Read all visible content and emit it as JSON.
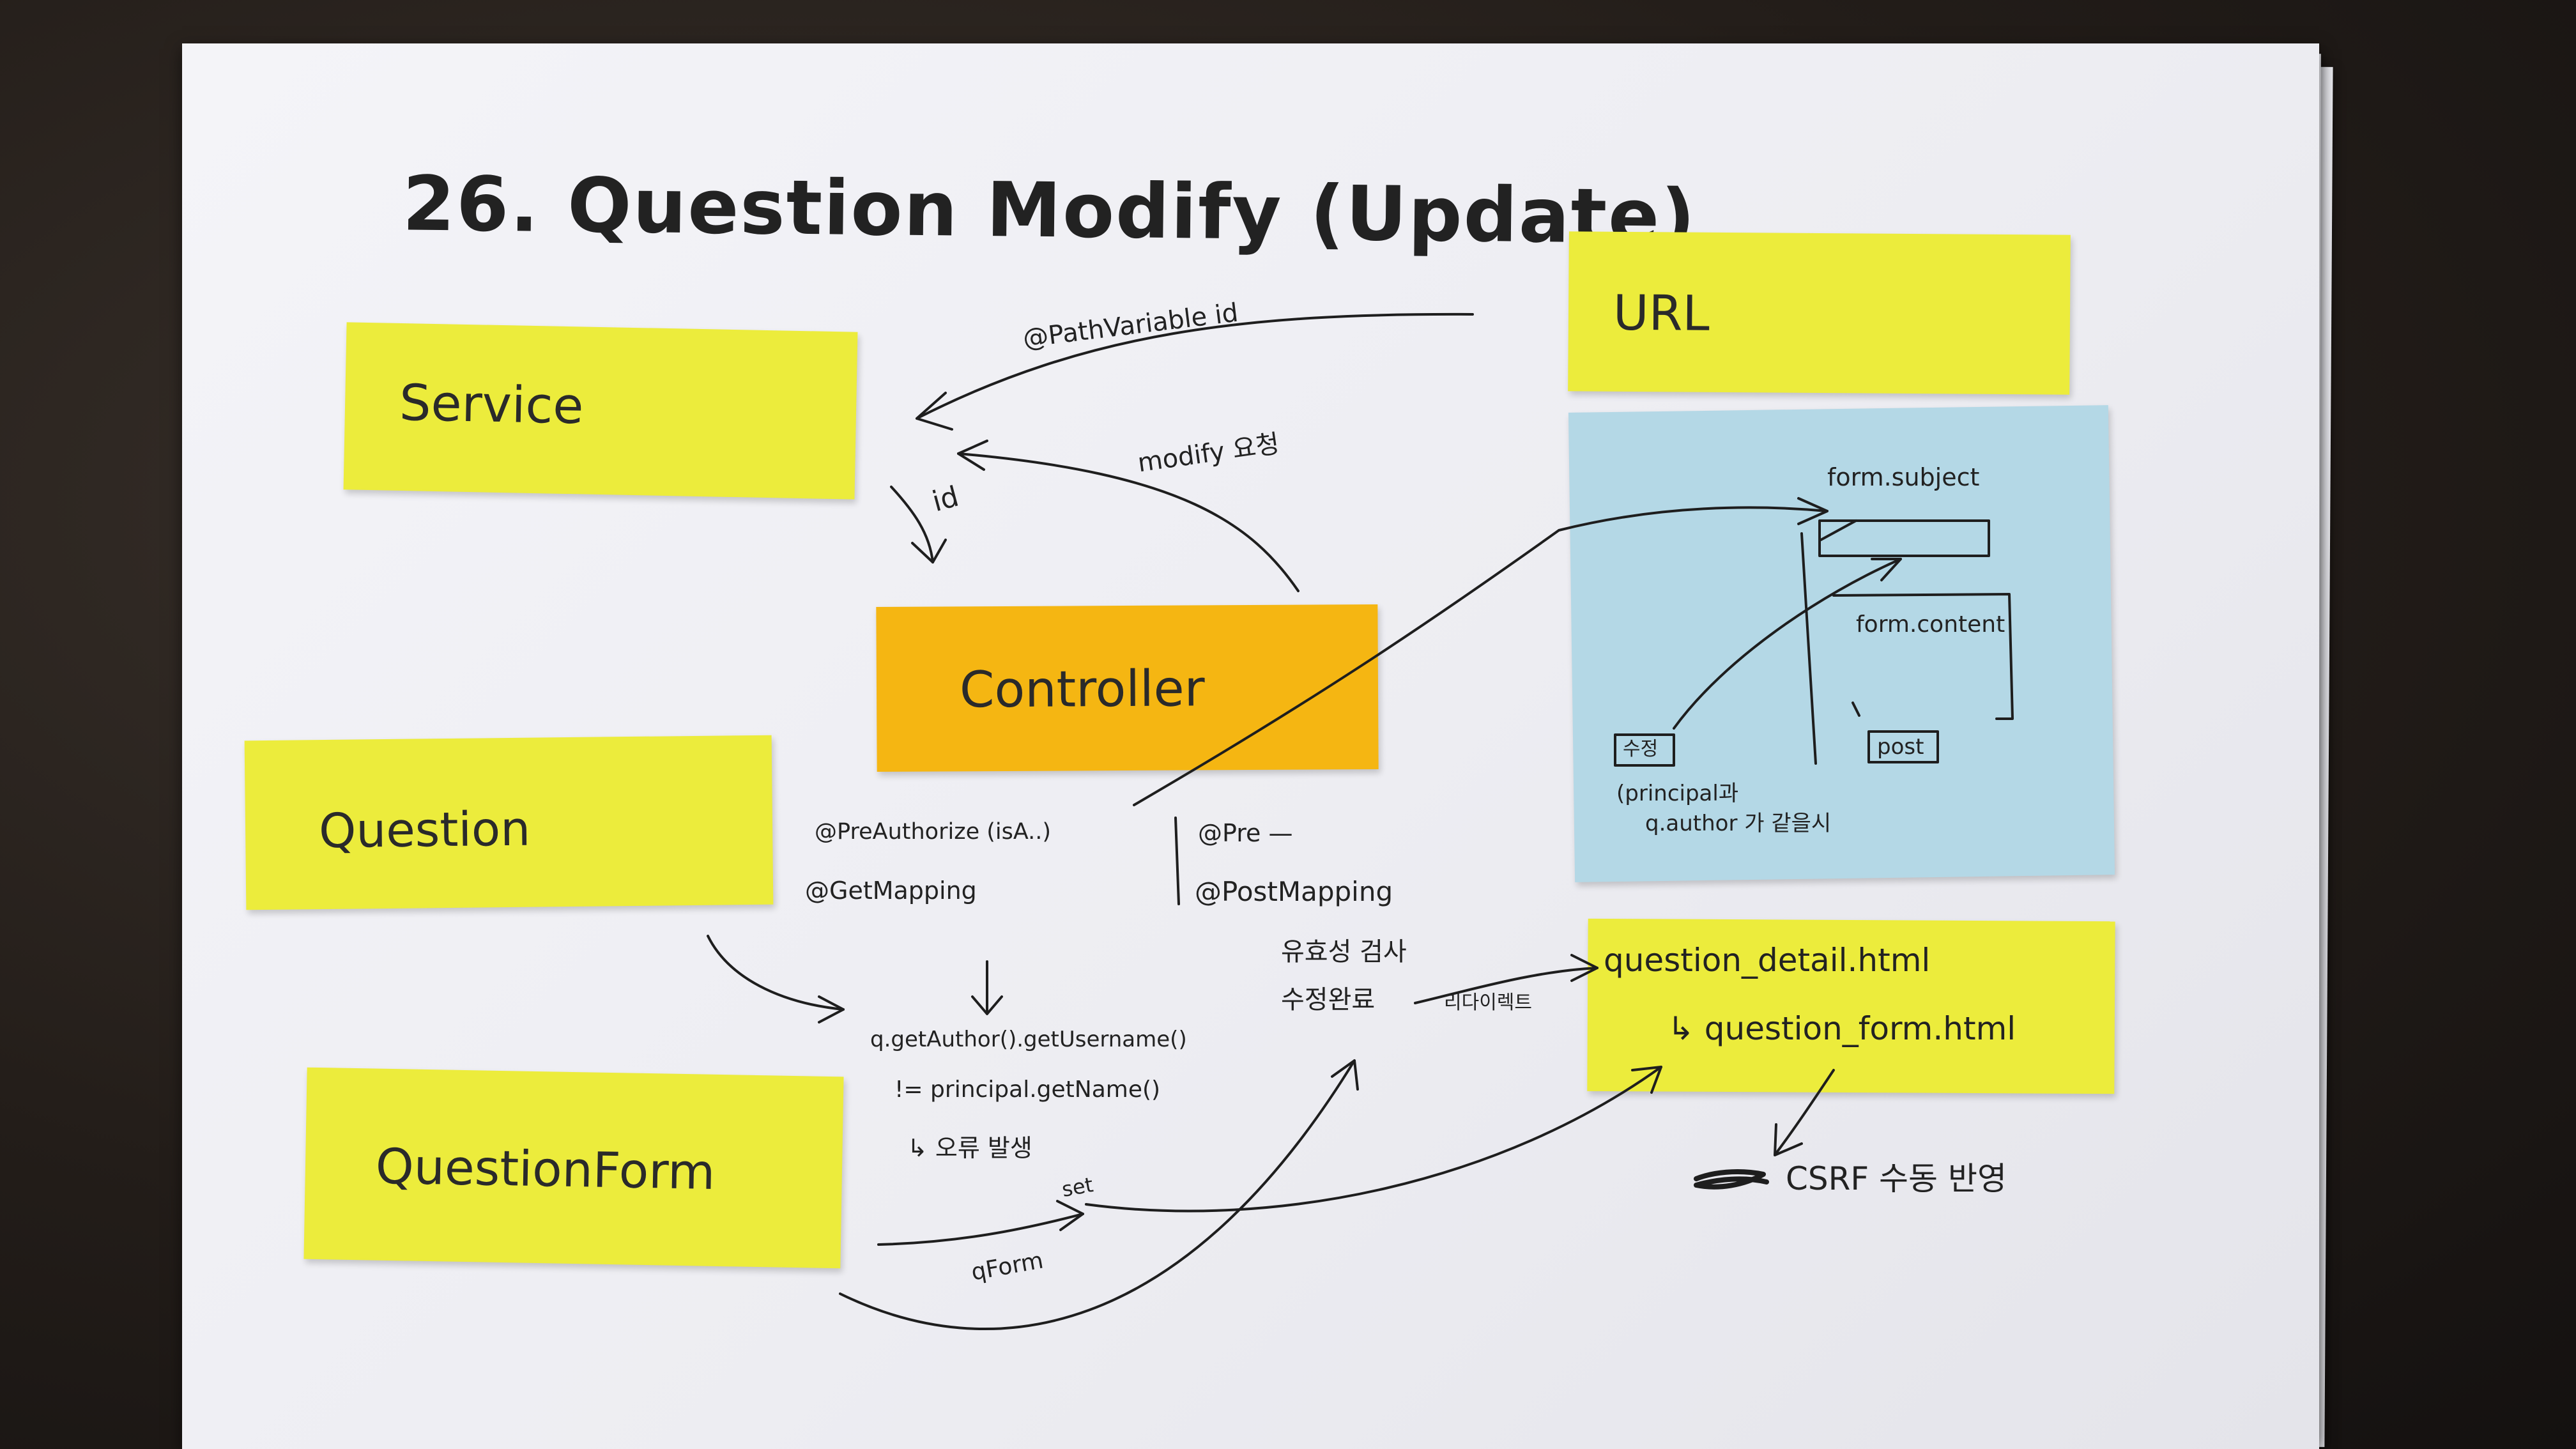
{
  "title": "26. Question Modify (Update)",
  "colors": {
    "sticky_yellow": "#ecec3c",
    "sticky_orange": "#f5b612",
    "sticky_blue": "#b4d8e6",
    "ink": "#1e1e1e",
    "paper": "#f1f1f5"
  },
  "notes": {
    "service": "Service",
    "controller": "Controller",
    "question": "Question",
    "question_form": "QuestionForm",
    "url": "URL"
  },
  "annotations": {
    "path_variable": "@PathVariable id",
    "id_arrow": "id",
    "modify": "modify 요청",
    "pre_authorize": "@PreAuthorize (isA..)",
    "get_mapping": "@GetMapping",
    "pre": "@Pre —",
    "post_mapping": "@PostMapping",
    "author_check_1": "q.getAuthor().getUsername()",
    "author_check_2": "!= principal.getName()",
    "author_check_3": "↳ 오류 발생",
    "set": "set",
    "q_form": "qForm",
    "validation_1": "유효성 검사",
    "validation_2": "수정완료",
    "redirect": "리다이렉트",
    "question_detail": "question_detail.html",
    "question_form_html": "↳ question_form.html",
    "csrf": "CSRF 수동 반영"
  },
  "form_sketch": {
    "subject": "form.subject",
    "content": "form.content",
    "edit_button": "수정",
    "post_button": "post",
    "note_1": "(principal과",
    "note_2": "q.author 가 같을시"
  }
}
